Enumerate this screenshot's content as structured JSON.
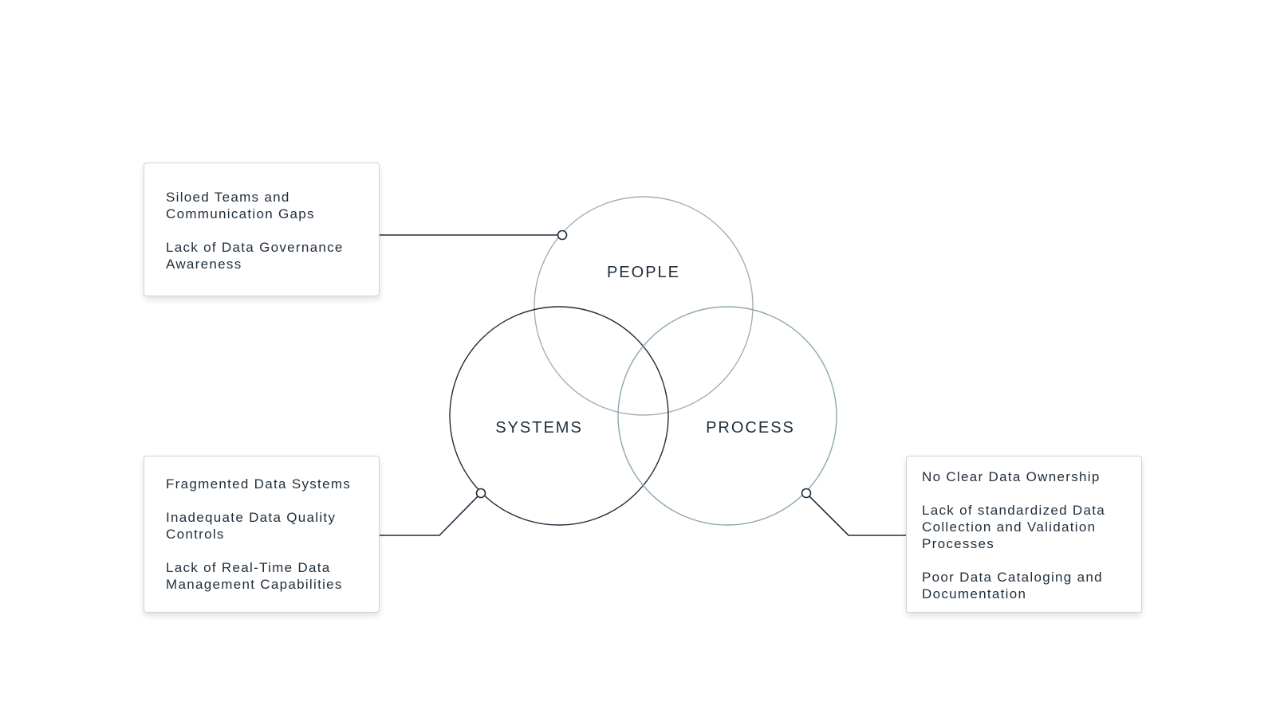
{
  "colors": {
    "people_circle": "#a9adb0",
    "systems_circle": "#1f2d3a",
    "process_circle": "#8ea6b0",
    "connector": "#1f2d3a",
    "text": "#1f2d3a"
  },
  "circles": {
    "people": {
      "label": "PEOPLE"
    },
    "systems": {
      "label": "SYSTEMS"
    },
    "process": {
      "label": "PROCESS"
    }
  },
  "cards": {
    "people": {
      "items": [
        "Siloed Teams and\nCommunication Gaps",
        "Lack of Data Governance\nAwareness"
      ]
    },
    "systems": {
      "items": [
        "Fragmented Data Systems",
        "Inadequate Data Quality\nControls",
        "Lack of Real-Time Data\nManagement Capabilities"
      ]
    },
    "process": {
      "items": [
        "No Clear Data Ownership",
        "Lack of standardized Data\nCollection and Validation\nProcesses",
        "Poor Data Cataloging and\nDocumentation"
      ]
    }
  }
}
